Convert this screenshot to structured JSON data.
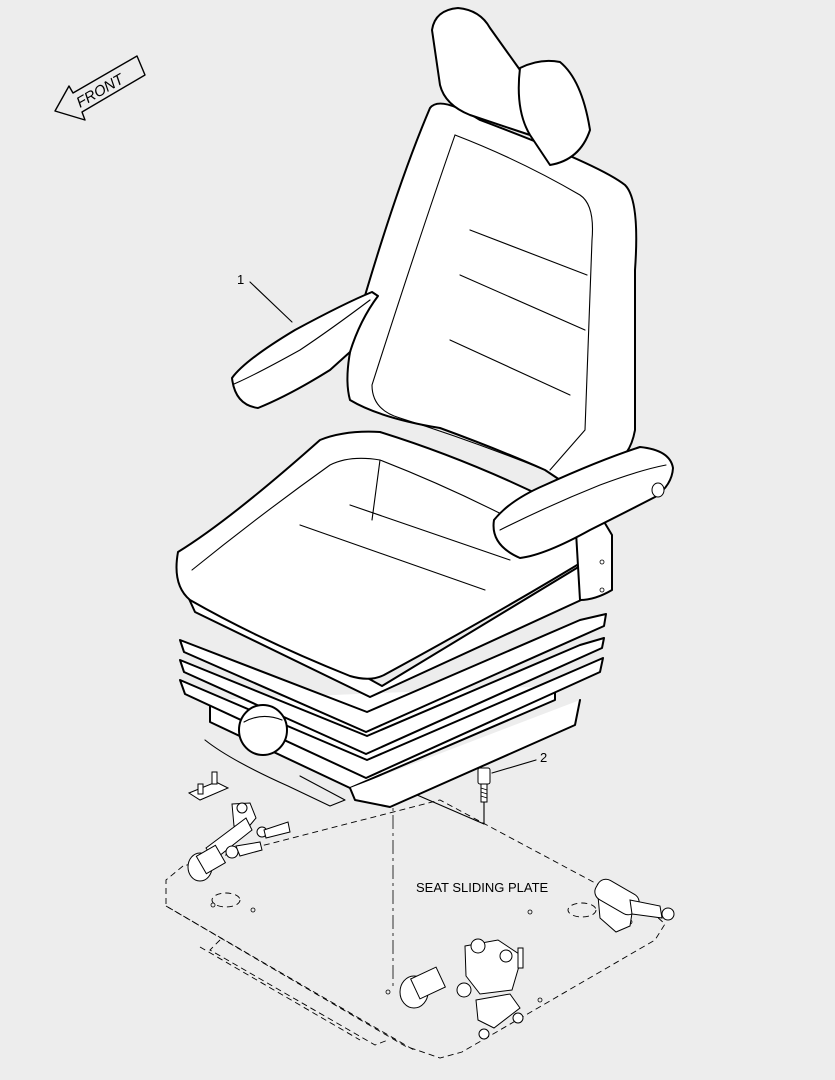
{
  "labels": {
    "front": "FRONT",
    "callout_1": "1",
    "callout_2": "2",
    "plate": "SEAT SLIDING PLATE"
  },
  "icons": [
    "front-direction-arrow-icon"
  ],
  "parts": [
    {
      "callout": "1",
      "item": "operator-seat-assembly"
    },
    {
      "callout": "2",
      "item": "bolt"
    }
  ]
}
